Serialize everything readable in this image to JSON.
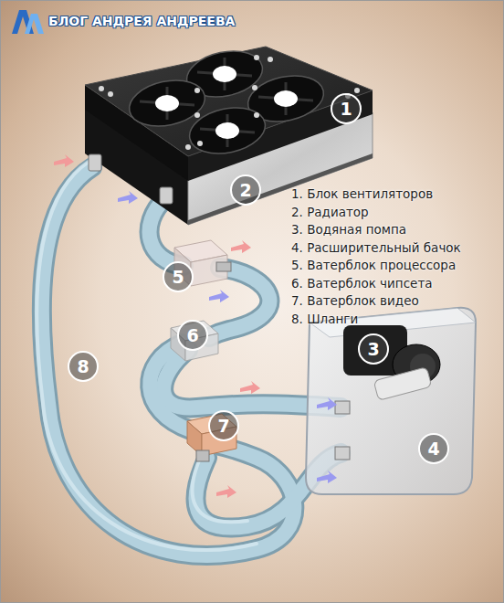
{
  "diagram": {
    "nodes": [
      {
        "text": [
          "1"
        ]
      },
      {
        "text": [
          "2"
        ]
      },
      {
        "text": [
          "3"
        ]
      },
      {
        "text": [
          "4"
        ]
      },
      {
        "text": [
          "5"
        ]
      },
      {
        "text": [
          "6"
        ]
      },
      {
        "text": [
          "7"
        ]
      },
      {
        "text": [
          "8"
        ]
      }
    ],
    "labels": [
      "БЛОГ АНДРЕЯ АНДРЕЕВА",
      "1. Блок вентиляторов",
      "2. Радиатор",
      "3. Водяная помпа",
      "4. Расширительный бачок",
      "5. Ватерблок процессора",
      "6. Ватерблок чипсета",
      "7. Ватерблок видео",
      "8. Шланги"
    ]
  }
}
